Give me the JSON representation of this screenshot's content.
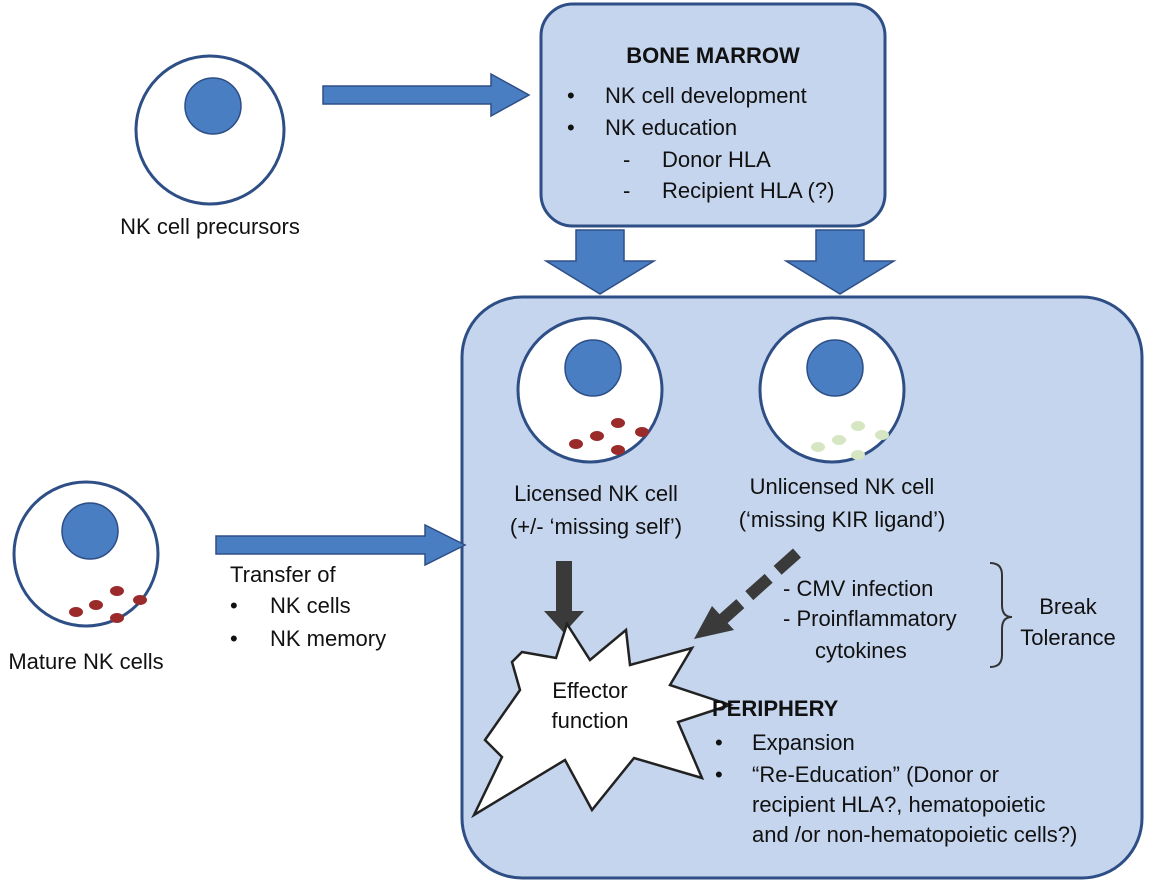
{
  "colors": {
    "box_fill": "#c5d5ee",
    "box_stroke": "#2e4e86",
    "nucleus": "#4a7ec2",
    "arrow_blue": "#4a7ec2",
    "arrow_dark": "#3a3a3a",
    "granule_red": "#9b2b2b",
    "granule_green": "#d6e6c2"
  },
  "bone_marrow": {
    "title": "BONE MARROW",
    "items": [
      "NK cell development",
      "NK education"
    ],
    "subitems": [
      "Donor HLA",
      "Recipient HLA (?)"
    ]
  },
  "precursors": {
    "label": "NK cell precursors"
  },
  "mature": {
    "label": "Mature NK cells",
    "transfer_title": "Transfer of",
    "transfer_items": [
      "NK cells",
      "NK memory"
    ]
  },
  "licensed": {
    "line1": "Licensed NK cell",
    "line2": "(+/- ‘missing self’)"
  },
  "unlicensed": {
    "line1": "Unlicensed NK cell",
    "line2": "(‘missing KIR ligand’)"
  },
  "triggers": {
    "items": [
      "- CMV infection",
      "- Proinflammatory",
      "cytokines"
    ],
    "result_line1": "Break",
    "result_line2": "Tolerance"
  },
  "effector": {
    "line1": "Effector",
    "line2": "function"
  },
  "periphery": {
    "title": "PERIPHERY",
    "items": [
      "Expansion",
      "“Re-Education” (Donor or"
    ],
    "continuation": [
      "recipient HLA?, hematopoietic",
      "and /or non-hematopoietic cells?)"
    ]
  },
  "bullet": "•",
  "dash": "-"
}
